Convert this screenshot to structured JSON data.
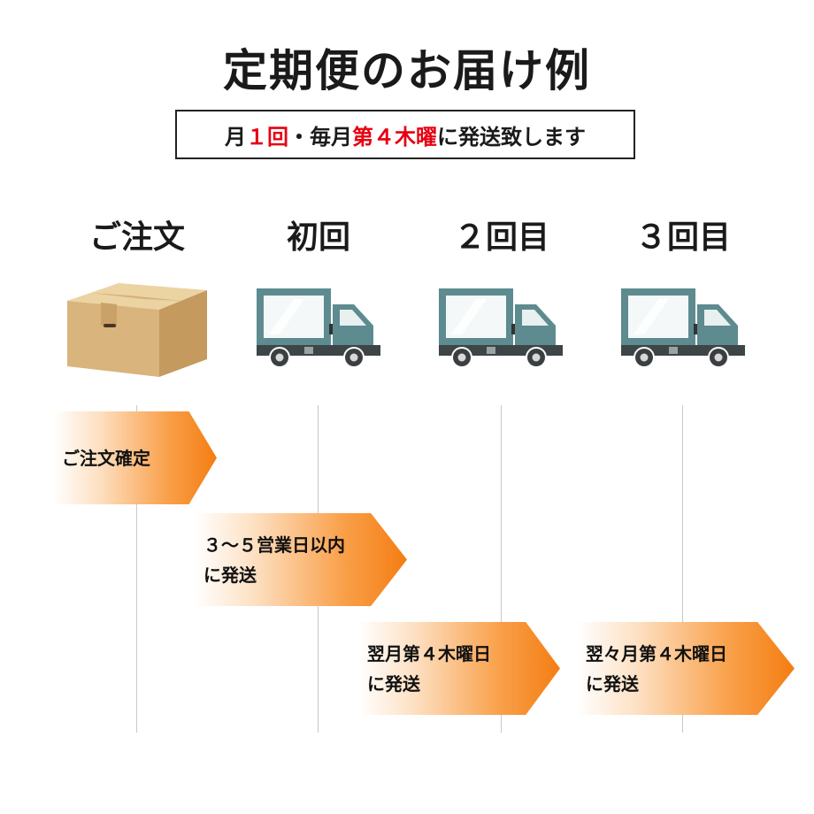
{
  "header": {
    "title": "定期便のお届け例",
    "subtitle": {
      "p1": "月",
      "p2": "１回",
      "p3": "・毎月",
      "p4": "第４木曜",
      "p5": "に発送致します"
    }
  },
  "steps": [
    {
      "label": "ご注文",
      "icon": "cardboard-box-icon"
    },
    {
      "label": "初回",
      "icon": "delivery-truck-icon"
    },
    {
      "label": "２回目",
      "icon": "delivery-truck-icon"
    },
    {
      "label": "３回目",
      "icon": "delivery-truck-icon"
    }
  ],
  "timeline": [
    {
      "line1": "ご注文確定",
      "line2": ""
    },
    {
      "line1": "３～５営業日以内",
      "line2": "に発送"
    },
    {
      "line1": "翌月第４木曜日",
      "line2": "に発送"
    },
    {
      "line1": "翌々月第４木曜日",
      "line2": "に発送"
    }
  ],
  "colors": {
    "accent_red": "#e60012",
    "arrow_orange": "#f47d12",
    "truck_teal": "#5d8b8f",
    "box_tan": "#d9b47c"
  }
}
